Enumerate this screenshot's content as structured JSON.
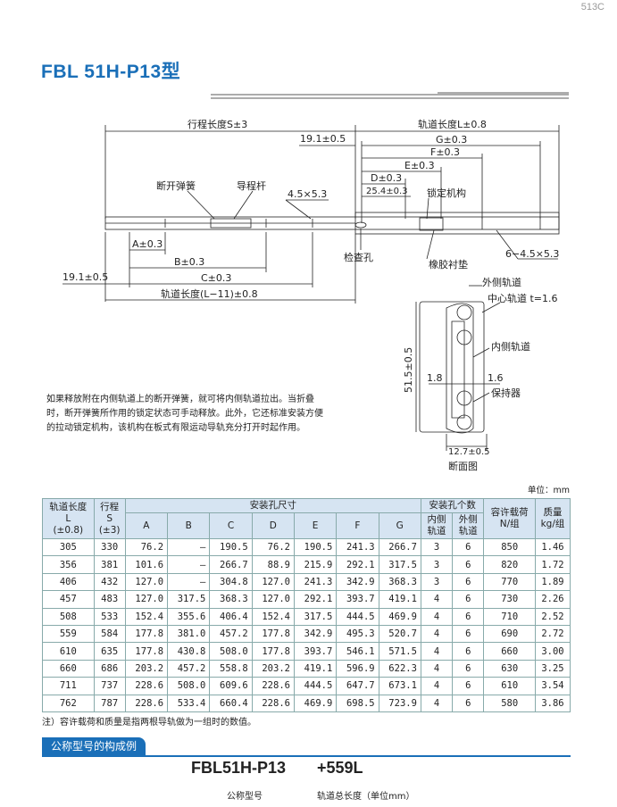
{
  "page_number": "513C",
  "title": "FBL 51H-P13型",
  "drawing": {
    "labels": {
      "stroke": "行程长度S±3",
      "rail_length": "轨道长度L±0.8",
      "g": "G±0.3",
      "f": "F±0.3",
      "e": "E±0.3",
      "d": "D±0.3",
      "d191": "19.1±0.5",
      "d254": "25.4±0.3",
      "disconnect_spring": "断开弹簧",
      "guide_rod": "导程杆",
      "hole_size": "4.5×5.3",
      "lock_mechanism": "锁定机构",
      "a": "A±0.3",
      "b": "B±0.3",
      "c": "C±0.3",
      "inspection_hole": "检查孔",
      "rubber_pad": "橡胶衬垫",
      "holes_6": "6−4.5×5.3",
      "left_191": "19.1±0.5",
      "rail_l11": "轨道长度(L−11)±0.8",
      "outer_rail": "外侧轨道",
      "center_rail": "中心轨道 t=1.6",
      "inner_rail": "内侧轨道",
      "height": "51.5±0.5",
      "dim18": "1.8",
      "dim16": "1.6",
      "retainer": "保持器",
      "width": "12.7±0.5",
      "section": "断面图"
    },
    "colors": {
      "accent": "#1a6fb8",
      "line": "#222222"
    }
  },
  "note": "如果释放附在内侧轨道上的断开弹簧，就可将内侧轨道拉出。当折叠时，断开弹簧所作用的锁定状态可手动释放。此外，它还标准安装方便的拉动锁定机构，该机构在板式有限运动导轨充分打开时起作用。",
  "unit": "单位：mm",
  "table": {
    "h_rail": "轨道长度",
    "h_rail_l": "L",
    "h_rail_tol": "(±0.8)",
    "h_stroke": "行程",
    "h_stroke_s": "S",
    "h_stroke_tol": "(±3)",
    "h_holes": "安装孔尺寸",
    "h_count": "安装孔个数",
    "h_load": "容许载荷",
    "h_load_u": "N/组",
    "h_mass": "质量",
    "h_mass_u": "kg/组",
    "cols": [
      "A",
      "B",
      "C",
      "D",
      "E",
      "F",
      "G"
    ],
    "h_inner": "内侧",
    "h_inner2": "轨道",
    "h_outer": "外侧",
    "h_outer2": "轨道",
    "rows": [
      [
        "305",
        "330",
        "76.2",
        "—",
        "190.5",
        "76.2",
        "190.5",
        "241.3",
        "266.7",
        "3",
        "6",
        "850",
        "1.46"
      ],
      [
        "356",
        "381",
        "101.6",
        "—",
        "266.7",
        "88.9",
        "215.9",
        "292.1",
        "317.5",
        "3",
        "6",
        "820",
        "1.72"
      ],
      [
        "406",
        "432",
        "127.0",
        "—",
        "304.8",
        "127.0",
        "241.3",
        "342.9",
        "368.3",
        "3",
        "6",
        "770",
        "1.89"
      ],
      [
        "457",
        "483",
        "127.0",
        "317.5",
        "368.3",
        "127.0",
        "292.1",
        "393.7",
        "419.1",
        "4",
        "6",
        "730",
        "2.26"
      ],
      [
        "508",
        "533",
        "152.4",
        "355.6",
        "406.4",
        "152.4",
        "317.5",
        "444.5",
        "469.9",
        "4",
        "6",
        "710",
        "2.52"
      ],
      [
        "559",
        "584",
        "177.8",
        "381.0",
        "457.2",
        "177.8",
        "342.9",
        "495.3",
        "520.7",
        "4",
        "6",
        "690",
        "2.72"
      ],
      [
        "610",
        "635",
        "177.8",
        "430.8",
        "508.0",
        "177.8",
        "393.7",
        "546.1",
        "571.5",
        "4",
        "6",
        "660",
        "3.00"
      ],
      [
        "660",
        "686",
        "203.2",
        "457.2",
        "558.8",
        "203.2",
        "419.1",
        "596.9",
        "622.3",
        "4",
        "6",
        "630",
        "3.25"
      ],
      [
        "711",
        "737",
        "228.6",
        "508.0",
        "609.6",
        "228.6",
        "444.5",
        "647.7",
        "673.1",
        "4",
        "6",
        "610",
        "3.54"
      ],
      [
        "762",
        "787",
        "228.6",
        "533.4",
        "660.4",
        "228.6",
        "469.9",
        "698.5",
        "723.9",
        "4",
        "6",
        "580",
        "3.86"
      ]
    ]
  },
  "footnote": "注）容许载荷和质量是指两根导轨做为一组时的数值。",
  "section_title": "公称型号的构成例",
  "model": "FBL51H-P13",
  "suffix": "+559L",
  "caption_model": "公称型号",
  "caption_length": "轨道总长度（单位mm）"
}
